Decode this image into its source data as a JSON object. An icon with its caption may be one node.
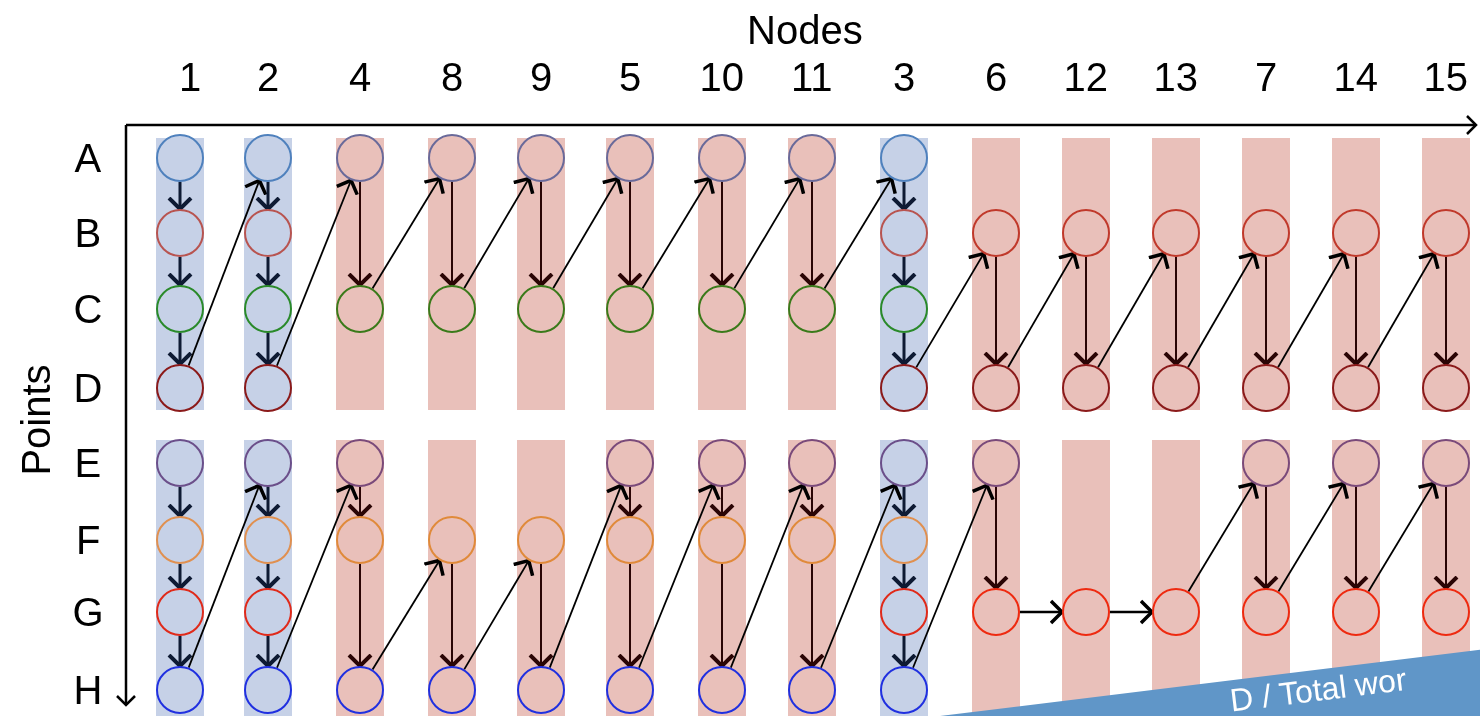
{
  "diagram": {
    "nodes": [
      {
        "text": [],
        "shape": "circle"
      },
      {
        "text": [],
        "shape": "circle"
      },
      {
        "text": [],
        "shape": "circle"
      },
      {
        "text": [],
        "shape": "circle"
      },
      {
        "text": [],
        "shape": "circle"
      },
      {
        "text": [],
        "shape": "circle"
      },
      {
        "text": [],
        "shape": "circle"
      },
      {
        "text": [],
        "shape": "circle"
      },
      {
        "text": [],
        "shape": "circle"
      },
      {
        "text": [],
        "shape": "circle"
      },
      {
        "text": [],
        "shape": "circle"
      },
      {
        "text": [],
        "shape": "circle"
      },
      {
        "text": [],
        "shape": "circle"
      },
      {
        "text": [],
        "shape": "circle"
      },
      {
        "text": [],
        "shape": "circle"
      },
      {
        "text": [],
        "shape": "circle"
      },
      {
        "text": [],
        "shape": "circle"
      },
      {
        "text": [],
        "shape": "circle"
      },
      {
        "text": [],
        "shape": "circle"
      },
      {
        "text": [],
        "shape": "circle"
      },
      {
        "text": [],
        "shape": "circle"
      },
      {
        "text": [],
        "shape": "circle"
      },
      {
        "text": [],
        "shape": "circle"
      },
      {
        "text": [],
        "shape": "circle"
      },
      {
        "text": [],
        "shape": "circle"
      },
      {
        "text": [],
        "shape": "circle"
      },
      {
        "text": [],
        "shape": "circle"
      },
      {
        "text": [],
        "shape": "circle"
      },
      {
        "text": [],
        "shape": "circle"
      },
      {
        "text": [],
        "shape": "circle"
      },
      {
        "text": [],
        "shape": "circle"
      },
      {
        "text": [],
        "shape": "circle"
      },
      {
        "text": [],
        "shape": "circle"
      },
      {
        "text": [],
        "shape": "circle"
      },
      {
        "text": [],
        "shape": "circle"
      },
      {
        "text": [],
        "shape": "circle"
      },
      {
        "text": [],
        "shape": "circle"
      },
      {
        "text": [],
        "shape": "circle"
      },
      {
        "text": [],
        "shape": "circle"
      },
      {
        "text": [],
        "shape": "circle"
      },
      {
        "text": [],
        "shape": "circle"
      },
      {
        "text": [],
        "shape": "circle"
      },
      {
        "text": [],
        "shape": "circle"
      },
      {
        "text": [],
        "shape": "circle"
      },
      {
        "text": [],
        "shape": "circle"
      },
      {
        "text": [],
        "shape": "circle"
      },
      {
        "text": [],
        "shape": "circle"
      },
      {
        "text": [],
        "shape": "circle"
      },
      {
        "text": [],
        "shape": "circle"
      },
      {
        "text": [],
        "shape": "circle"
      },
      {
        "text": [],
        "shape": "circle"
      },
      {
        "text": [],
        "shape": "circle"
      },
      {
        "text": [],
        "shape": "circle"
      },
      {
        "text": [],
        "shape": "circle"
      },
      {
        "text": [],
        "shape": "circle"
      },
      {
        "text": [],
        "shape": "circle"
      },
      {
        "text": [],
        "shape": "circle"
      },
      {
        "text": [],
        "shape": "circle"
      },
      {
        "text": [],
        "shape": "circle"
      },
      {
        "text": [],
        "shape": "circle"
      },
      {
        "text": [],
        "shape": "circle"
      },
      {
        "text": [],
        "shape": "circle"
      },
      {
        "text": [],
        "shape": "circle"
      },
      {
        "text": [],
        "shape": "circle"
      },
      {
        "text": [],
        "shape": "circle"
      },
      {
        "text": [],
        "shape": "circle"
      },
      {
        "text": [],
        "shape": "circle"
      },
      {
        "text": [],
        "shape": "circle"
      },
      {
        "text": [],
        "shape": "circle"
      },
      {
        "text": [],
        "shape": "circle"
      },
      {
        "text": [],
        "shape": "circle"
      },
      {
        "text": [],
        "shape": "circle"
      },
      {
        "text": [],
        "shape": "circle"
      },
      {
        "text": [],
        "shape": "circle"
      }
    ],
    "edges": [
      {
        "from": 0,
        "to": 9,
        "arrow": "to"
      },
      {
        "from": 9,
        "to": 18,
        "arrow": "to"
      },
      {
        "from": 18,
        "to": 27,
        "arrow": "to"
      },
      {
        "from": 27,
        "to": 1,
        "arrow": "to"
      },
      {
        "from": 1,
        "to": 10,
        "arrow": "to"
      },
      {
        "from": 10,
        "to": 19,
        "arrow": "to"
      },
      {
        "from": 19,
        "to": 28,
        "arrow": "to"
      },
      {
        "from": 28,
        "to": 2,
        "arrow": "to"
      },
      {
        "from": 2,
        "to": 20,
        "arrow": "to"
      },
      {
        "from": 20,
        "to": 3,
        "arrow": "to"
      },
      {
        "from": 3,
        "to": 21,
        "arrow": "to"
      },
      {
        "from": 21,
        "to": 4,
        "arrow": "to"
      },
      {
        "from": 4,
        "to": 22,
        "arrow": "to"
      },
      {
        "from": 22,
        "to": 5,
        "arrow": "to"
      },
      {
        "from": 5,
        "to": 23,
        "arrow": "to"
      },
      {
        "from": 23,
        "to": 6,
        "arrow": "to"
      },
      {
        "from": 6,
        "to": 24,
        "arrow": "to"
      },
      {
        "from": 24,
        "to": 7,
        "arrow": "to"
      },
      {
        "from": 7,
        "to": 25,
        "arrow": "to"
      },
      {
        "from": 25,
        "to": 8,
        "arrow": "to"
      },
      {
        "from": 8,
        "to": 11,
        "arrow": "to"
      },
      {
        "from": 11,
        "to": 26,
        "arrow": "to"
      },
      {
        "from": 26,
        "to": 29,
        "arrow": "to"
      },
      {
        "from": 29,
        "to": 12,
        "arrow": "to"
      },
      {
        "from": 12,
        "to": 30,
        "arrow": "to"
      },
      {
        "from": 30,
        "to": 13,
        "arrow": "to"
      },
      {
        "from": 13,
        "to": 31,
        "arrow": "to"
      },
      {
        "from": 31,
        "to": 14,
        "arrow": "to"
      },
      {
        "from": 14,
        "to": 32,
        "arrow": "to"
      },
      {
        "from": 32,
        "to": 15,
        "arrow": "to"
      },
      {
        "from": 15,
        "to": 33,
        "arrow": "to"
      },
      {
        "from": 33,
        "to": 16,
        "arrow": "to"
      },
      {
        "from": 16,
        "to": 34,
        "arrow": "to"
      },
      {
        "from": 34,
        "to": 17,
        "arrow": "to"
      },
      {
        "from": 17,
        "to": 35,
        "arrow": "to"
      },
      {
        "from": 36,
        "to": 47,
        "arrow": "to"
      },
      {
        "from": 47,
        "to": 56,
        "arrow": "to"
      },
      {
        "from": 56,
        "to": 65,
        "arrow": "to"
      },
      {
        "from": 65,
        "to": 37,
        "arrow": "to"
      },
      {
        "from": 37,
        "to": 48,
        "arrow": "to"
      },
      {
        "from": 48,
        "to": 57,
        "arrow": "to"
      },
      {
        "from": 57,
        "to": 66,
        "arrow": "to"
      },
      {
        "from": 66,
        "to": 38,
        "arrow": "to"
      },
      {
        "from": 38,
        "to": 49,
        "arrow": "to"
      },
      {
        "from": 49,
        "to": 67,
        "arrow": "to"
      },
      {
        "from": 67,
        "to": 50,
        "arrow": "to"
      },
      {
        "from": 50,
        "to": 68,
        "arrow": "to"
      },
      {
        "from": 68,
        "to": 51,
        "arrow": "to"
      },
      {
        "from": 51,
        "to": 69,
        "arrow": "to"
      },
      {
        "from": 69,
        "to": 39,
        "arrow": "to"
      },
      {
        "from": 39,
        "to": 52,
        "arrow": "to"
      },
      {
        "from": 52,
        "to": 70,
        "arrow": "to"
      },
      {
        "from": 70,
        "to": 40,
        "arrow": "to"
      },
      {
        "from": 40,
        "to": 53,
        "arrow": "to"
      },
      {
        "from": 53,
        "to": 71,
        "arrow": "to"
      },
      {
        "from": 71,
        "to": 41,
        "arrow": "to"
      },
      {
        "from": 41,
        "to": 54,
        "arrow": "to"
      },
      {
        "from": 54,
        "to": 72,
        "arrow": "to"
      },
      {
        "from": 72,
        "to": 42,
        "arrow": "to"
      },
      {
        "from": 42,
        "to": 55,
        "arrow": "to"
      },
      {
        "from": 55,
        "to": 58,
        "arrow": "to"
      },
      {
        "from": 58,
        "to": 73,
        "arrow": "to"
      },
      {
        "from": 73,
        "to": 43,
        "arrow": "to"
      },
      {
        "from": 43,
        "to": 59,
        "arrow": "to"
      },
      {
        "from": 59,
        "to": 60,
        "arrow": "to"
      },
      {
        "from": 60,
        "to": 61,
        "arrow": "to"
      },
      {
        "from": 61,
        "to": 44,
        "arrow": "to"
      },
      {
        "from": 44,
        "to": 62,
        "arrow": "to"
      },
      {
        "from": 62,
        "to": 45,
        "arrow": "to"
      },
      {
        "from": 45,
        "to": 63,
        "arrow": "to"
      },
      {
        "from": 63,
        "to": 46,
        "arrow": "to"
      },
      {
        "from": 46,
        "to": 64,
        "arrow": "to"
      }
    ],
    "labels": [
      "Nodes",
      "1",
      "2",
      "4",
      "8",
      "9",
      "5",
      "10",
      "11",
      "3",
      "6",
      "12",
      "13",
      "7",
      "14",
      "15",
      "A",
      "B",
      "C",
      "D",
      "Points",
      "E",
      "F",
      "G",
      "H",
      "D / Total wor"
    ]
  }
}
